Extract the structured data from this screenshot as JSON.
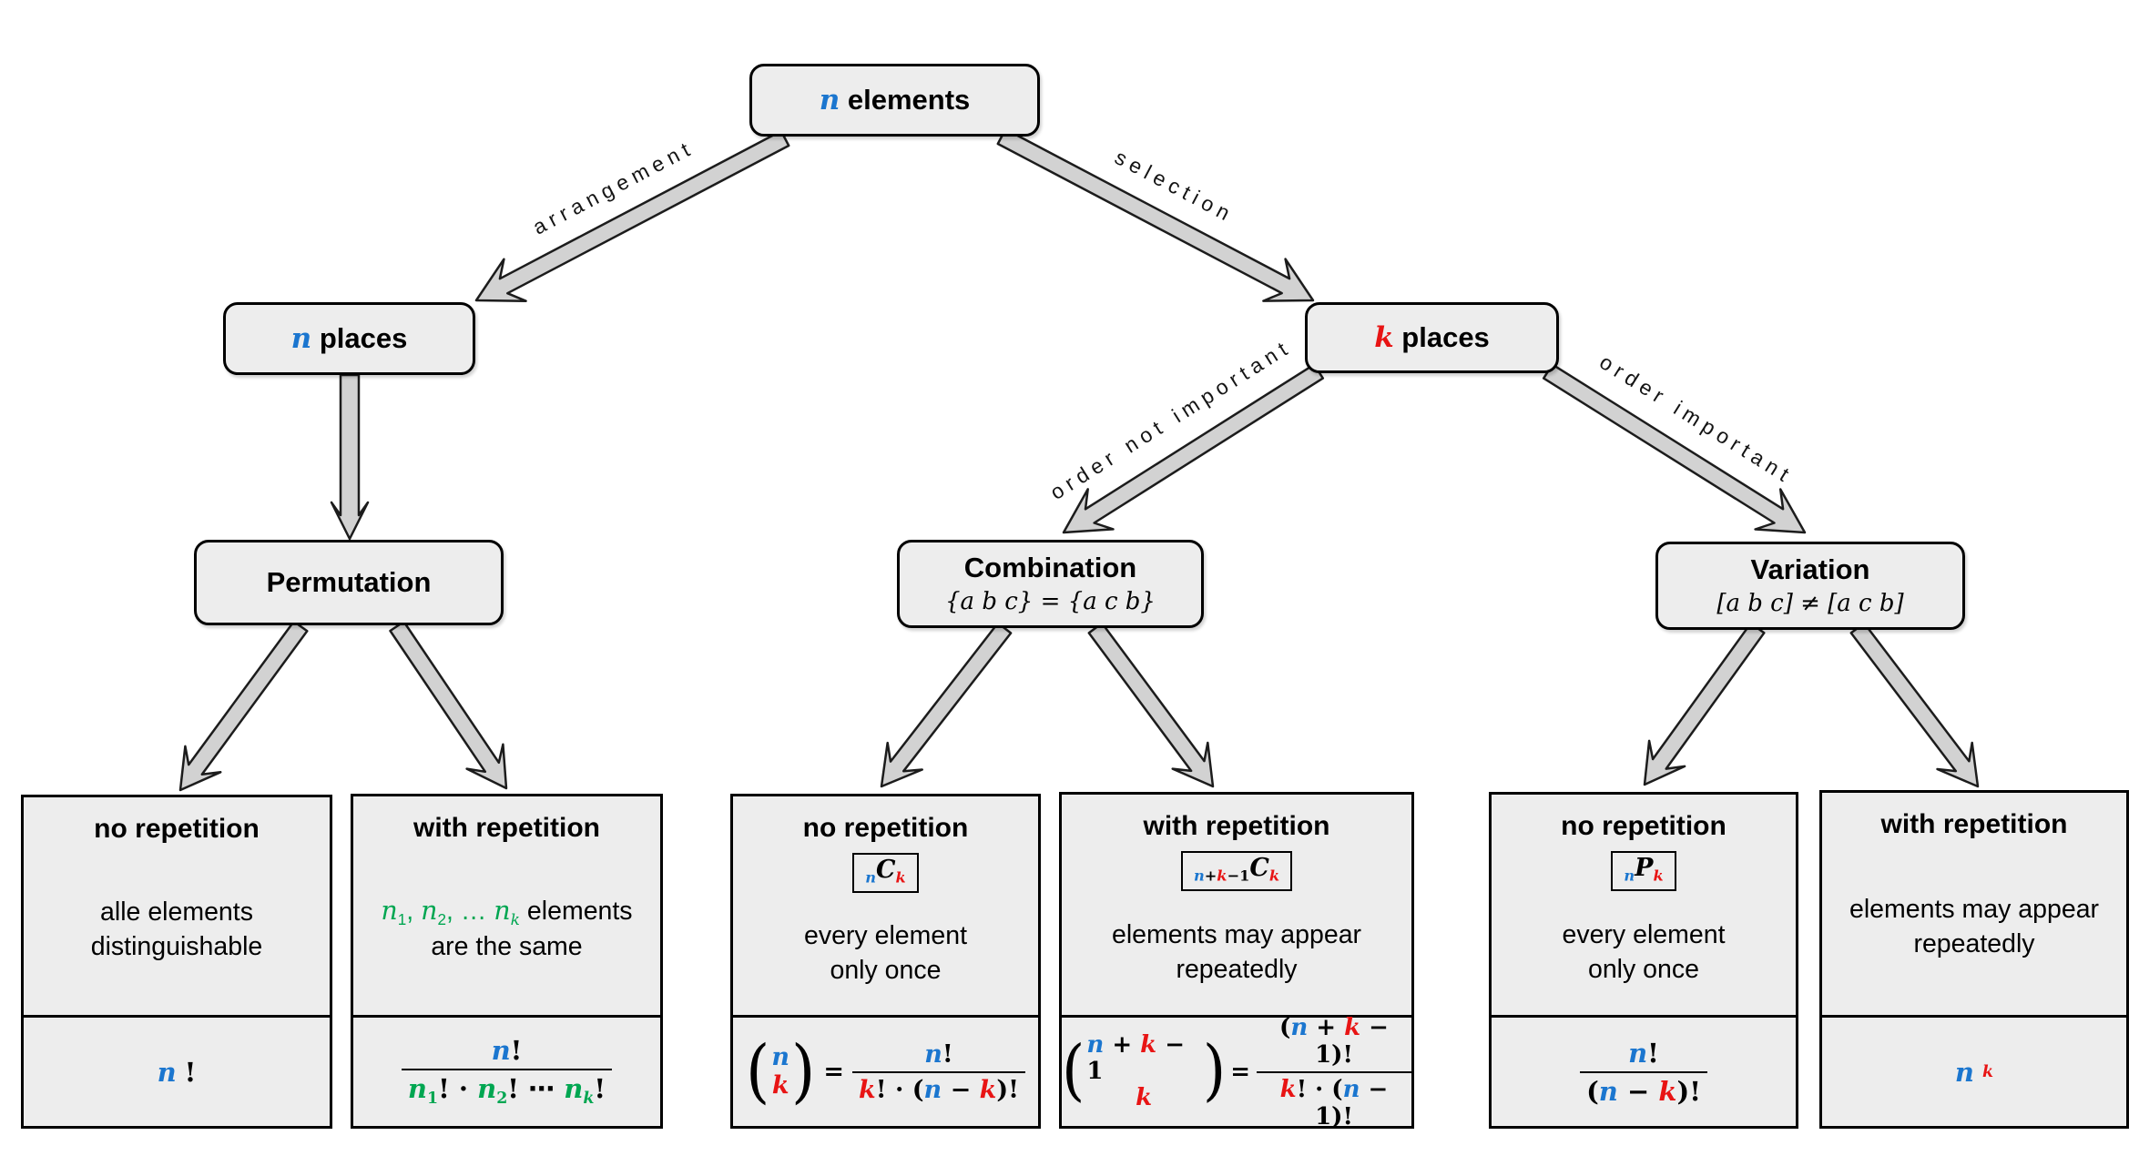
{
  "colors": {
    "blue": "#1b76cf",
    "red": "#e81414",
    "green": "#00a651"
  },
  "nodes": {
    "root": {
      "tokens": [
        {
          "t": "n",
          "c": "blue",
          "m": 1
        },
        {
          "t": " elements"
        }
      ]
    },
    "n_places": {
      "tokens": [
        {
          "t": "n",
          "c": "blue",
          "m": 1
        },
        {
          "t": " places"
        }
      ]
    },
    "k_places": {
      "tokens": [
        {
          "t": "k",
          "c": "red",
          "m": 1
        },
        {
          "t": " places"
        }
      ]
    },
    "permutation": {
      "title": "Permutation"
    },
    "combination": {
      "title": "Combination",
      "subtitle": "{a b c} = {a c b}"
    },
    "variation": {
      "title": "Variation",
      "subtitle": "[a b c] ≠ [a c b]"
    }
  },
  "edges": {
    "arrangement": "arrangement",
    "selection": "selection",
    "order_not_important": "order not important",
    "order_important": "order important"
  },
  "leaves": [
    {
      "title": "no repetition",
      "desc1": "alle elements",
      "desc2": "distinguishable",
      "formula": [
        {
          "t": "n",
          "c": "blue",
          "m": 1
        },
        {
          "t": "!"
        }
      ]
    },
    {
      "title": "with repetition",
      "desc1_tokens": [
        {
          "t": "n",
          "c": "green",
          "m": 1
        },
        {
          "t": "1",
          "c": "green",
          "v": "sub"
        },
        {
          "t": ", ",
          "c": "green"
        },
        {
          "t": "n",
          "c": "green",
          "m": 1
        },
        {
          "t": "2",
          "c": "green",
          "v": "sub"
        },
        {
          "t": ", … ",
          "c": "green"
        },
        {
          "t": "n",
          "c": "green",
          "m": 1
        },
        {
          "t": "k",
          "c": "green",
          "v": "sub",
          "m": 1
        },
        {
          "t": " elements"
        }
      ],
      "desc2": "are the same",
      "num": [
        {
          "t": "n",
          "c": "blue",
          "m": 1
        },
        {
          "t": "!"
        }
      ],
      "den": [
        {
          "t": "n",
          "c": "green",
          "m": 1
        },
        {
          "t": "1",
          "c": "green",
          "v": "sub"
        },
        {
          "t": "! · "
        },
        {
          "t": "n",
          "c": "green",
          "m": 1
        },
        {
          "t": "2",
          "c": "green",
          "v": "sub"
        },
        {
          "t": "! ⋯ "
        },
        {
          "t": "n",
          "c": "green",
          "m": 1
        },
        {
          "t": "k",
          "c": "green",
          "v": "sub",
          "m": 1
        },
        {
          "t": "!"
        }
      ]
    },
    {
      "title": "no repetition",
      "badge": [
        {
          "t": "n",
          "c": "blue",
          "v": "sub",
          "m": 1
        },
        {
          "t": "C",
          "m": 1
        },
        {
          "t": "k",
          "c": "red",
          "v": "sub",
          "m": 1
        }
      ],
      "desc1": "every element",
      "desc2": "only once",
      "eq": "=",
      "binom_top": [
        {
          "t": "n",
          "c": "blue",
          "m": 1
        }
      ],
      "binom_bottom": [
        {
          "t": "k",
          "c": "red",
          "m": 1
        }
      ],
      "num": [
        {
          "t": "n",
          "c": "blue",
          "m": 1
        },
        {
          "t": "!"
        }
      ],
      "den": [
        {
          "t": "k",
          "c": "red",
          "m": 1
        },
        {
          "t": "! · ("
        },
        {
          "t": "n",
          "c": "blue",
          "m": 1
        },
        {
          "t": " − "
        },
        {
          "t": "k",
          "c": "red",
          "m": 1
        },
        {
          "t": ")!"
        }
      ]
    },
    {
      "title": "with repetition",
      "badge": [
        {
          "t": "n",
          "c": "blue",
          "v": "sub",
          "m": 1
        },
        {
          "t": "+",
          "v": "sub"
        },
        {
          "t": "k",
          "c": "red",
          "v": "sub",
          "m": 1
        },
        {
          "t": "−1",
          "v": "sub"
        },
        {
          "t": "C",
          "m": 1
        },
        {
          "t": "k",
          "c": "red",
          "v": "sub",
          "m": 1
        }
      ],
      "desc1": "elements may appear",
      "desc2": "repeatedly",
      "eq": "=",
      "binom_top": [
        {
          "t": "n",
          "c": "blue",
          "m": 1
        },
        {
          "t": " + "
        },
        {
          "t": "k",
          "c": "red",
          "m": 1
        },
        {
          "t": " − 1"
        }
      ],
      "binom_bottom": [
        {
          "t": "k",
          "c": "red",
          "m": 1
        }
      ],
      "num": [
        {
          "t": "("
        },
        {
          "t": "n",
          "c": "blue",
          "m": 1
        },
        {
          "t": " + "
        },
        {
          "t": "k",
          "c": "red",
          "m": 1
        },
        {
          "t": " − 1)!"
        }
      ],
      "den": [
        {
          "t": "k",
          "c": "red",
          "m": 1
        },
        {
          "t": "! · ("
        },
        {
          "t": "n",
          "c": "blue",
          "m": 1
        },
        {
          "t": " − 1)!"
        }
      ]
    },
    {
      "title": "no repetition",
      "badge": [
        {
          "t": "n",
          "c": "blue",
          "v": "sub",
          "m": 1
        },
        {
          "t": "P",
          "m": 1
        },
        {
          "t": "k",
          "c": "red",
          "v": "sub",
          "m": 1
        }
      ],
      "desc1": "every element",
      "desc2": "only once",
      "num": [
        {
          "t": "n",
          "c": "blue",
          "m": 1
        },
        {
          "t": "!"
        }
      ],
      "den": [
        {
          "t": "("
        },
        {
          "t": "n",
          "c": "blue",
          "m": 1
        },
        {
          "t": " − "
        },
        {
          "t": "k",
          "c": "red",
          "m": 1
        },
        {
          "t": ")!"
        }
      ]
    },
    {
      "title": "with repetition",
      "desc1": "elements may appear",
      "desc2": "repeatedly",
      "formula": [
        {
          "t": "n",
          "c": "blue",
          "m": 1
        },
        {
          "t": "k",
          "c": "red",
          "v": "sup",
          "m": 1
        }
      ]
    }
  ]
}
